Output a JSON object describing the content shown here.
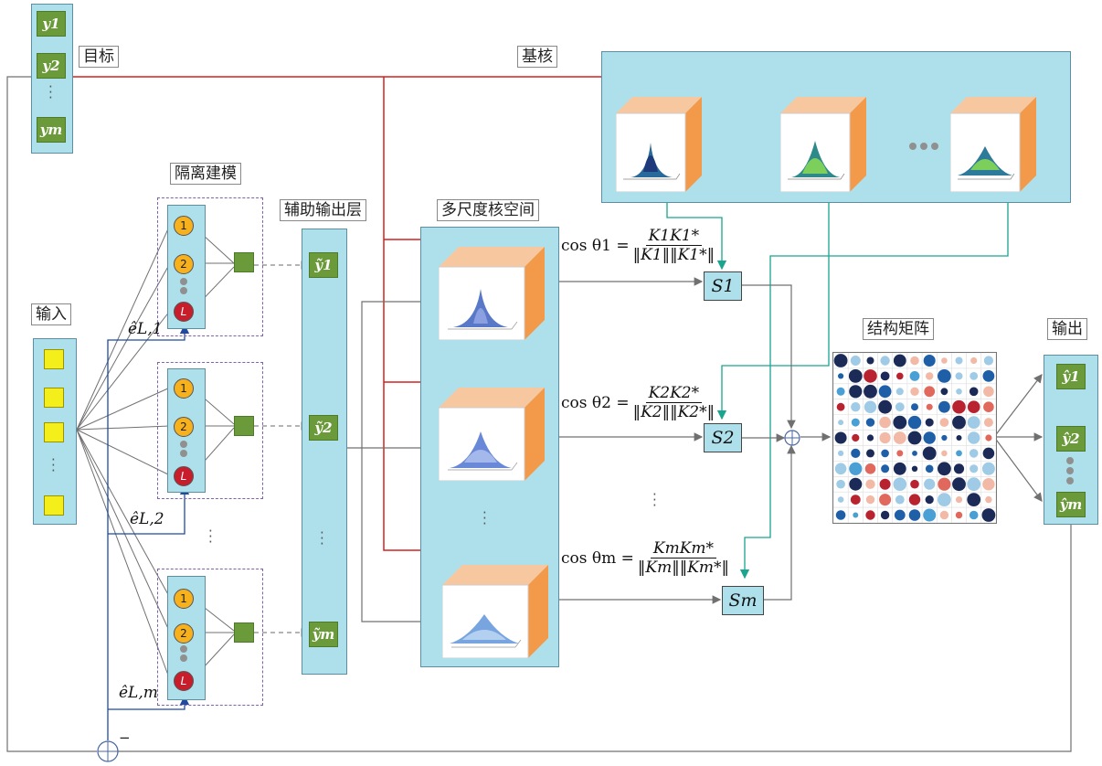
{
  "labels": {
    "target": "目标",
    "base_kernel": "基核",
    "isolation_modeling": "隔离建模",
    "aux_output_layer": "辅助输出层",
    "multiscale_kernel_space": "多尺度核空间",
    "input": "输入",
    "structure_matrix": "结构矩阵",
    "output": "输出"
  },
  "targets": [
    "y1",
    "y2",
    "ym"
  ],
  "aux_outputs": [
    "ỹ1",
    "ỹ2",
    "ỹm"
  ],
  "outputs": [
    "ŷ1",
    "ŷ2",
    "ŷm"
  ],
  "errors": [
    "êL,1",
    "êL,2",
    "êL,m"
  ],
  "similarity": [
    "S1",
    "S2",
    "Sm"
  ],
  "formulas": [
    {
      "lhs": "cos θ1 =",
      "num": "K1K1*",
      "den": "‖K1‖‖K1*‖"
    },
    {
      "lhs": "cos θ2 =",
      "num": "K2K2*",
      "den": "‖K2‖‖K2*‖"
    },
    {
      "lhs": "cos θm =",
      "num": "KmKm*",
      "den": "‖Km‖‖Km*‖"
    }
  ],
  "node_labels": [
    "1",
    "2",
    "L"
  ],
  "minus_sign": "−",
  "colors": {
    "panel": "#aee0ec",
    "target_line": "#d42020",
    "feedback_line": "#1f4aa0",
    "kernel_line": "#1aa58e",
    "output_line": "#808080"
  },
  "matrix_colors": [
    "#1b2a57",
    "#1f5fa8",
    "#4a9fd4",
    "#9fcbe6",
    "#f2b9a6",
    "#e0685c",
    "#b8232f"
  ]
}
